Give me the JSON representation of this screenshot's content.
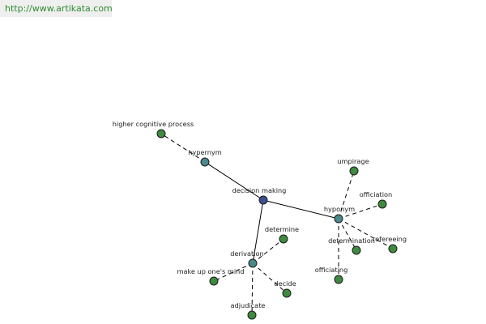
{
  "watermark": "http://www.artikata.com",
  "colors": {
    "root": "#3d4f8f",
    "relation": "#4a8a8c",
    "term": "#3f8a3f"
  },
  "nodes": [
    {
      "id": "decision",
      "label": "decision making",
      "kind": "root"
    },
    {
      "id": "hypernym",
      "label": "hypernym",
      "kind": "relation"
    },
    {
      "id": "hyponym",
      "label": "hyponym",
      "kind": "relation"
    },
    {
      "id": "derivation",
      "label": "derivation",
      "kind": "relation"
    },
    {
      "id": "hcp",
      "label": "higher cognitive process",
      "kind": "term"
    },
    {
      "id": "umpirage",
      "label": "umpirage",
      "kind": "term"
    },
    {
      "id": "officiation",
      "label": "officiation",
      "kind": "term"
    },
    {
      "id": "refereeing",
      "label": "refereeing",
      "kind": "term"
    },
    {
      "id": "determination",
      "label": "determination",
      "kind": "term"
    },
    {
      "id": "officiating",
      "label": "officiating",
      "kind": "term"
    },
    {
      "id": "determine",
      "label": "determine",
      "kind": "term"
    },
    {
      "id": "mindup",
      "label": "make up one's mind",
      "kind": "term"
    },
    {
      "id": "decide",
      "label": "decide",
      "kind": "term"
    },
    {
      "id": "adjudicate",
      "label": "adjudicate",
      "kind": "term"
    }
  ],
  "edges": [
    {
      "from": "decision",
      "to": "hypernym",
      "style": "solid"
    },
    {
      "from": "decision",
      "to": "hyponym",
      "style": "solid"
    },
    {
      "from": "decision",
      "to": "derivation",
      "style": "solid"
    },
    {
      "from": "hypernym",
      "to": "hcp",
      "style": "dashed"
    },
    {
      "from": "hyponym",
      "to": "umpirage",
      "style": "dashed"
    },
    {
      "from": "hyponym",
      "to": "officiation",
      "style": "dashed"
    },
    {
      "from": "hyponym",
      "to": "refereeing",
      "style": "dashed"
    },
    {
      "from": "hyponym",
      "to": "determination",
      "style": "dashed"
    },
    {
      "from": "hyponym",
      "to": "officiating",
      "style": "dashed"
    },
    {
      "from": "derivation",
      "to": "determine",
      "style": "dashed"
    },
    {
      "from": "derivation",
      "to": "mindup",
      "style": "dashed"
    },
    {
      "from": "derivation",
      "to": "decide",
      "style": "dashed"
    },
    {
      "from": "derivation",
      "to": "adjudicate",
      "style": "dashed"
    }
  ]
}
